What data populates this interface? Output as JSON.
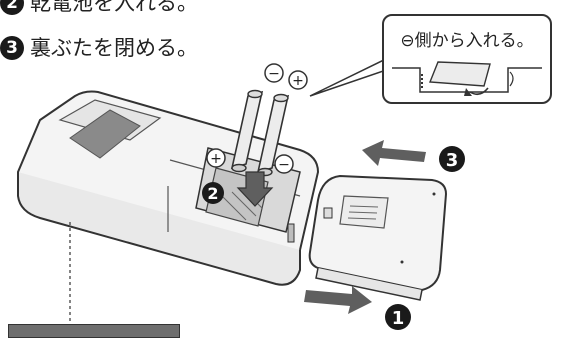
{
  "steps": [
    {
      "number": "2",
      "text": "乾電池を入れる。"
    },
    {
      "number": "3",
      "text": "裏ぶたを閉める。"
    }
  ],
  "callout": {
    "text": "⊖側から入れる。"
  },
  "diagram_labels": {
    "plus": "⊕",
    "minus": "⊖",
    "step1": "1",
    "step2": "2",
    "step3": "3"
  },
  "colors": {
    "badge": "#1a1a1a",
    "arrow": "#5f5f5f",
    "outline": "#333333",
    "case_fill": "#f4f4f4",
    "battery_fill": "#ececec"
  }
}
